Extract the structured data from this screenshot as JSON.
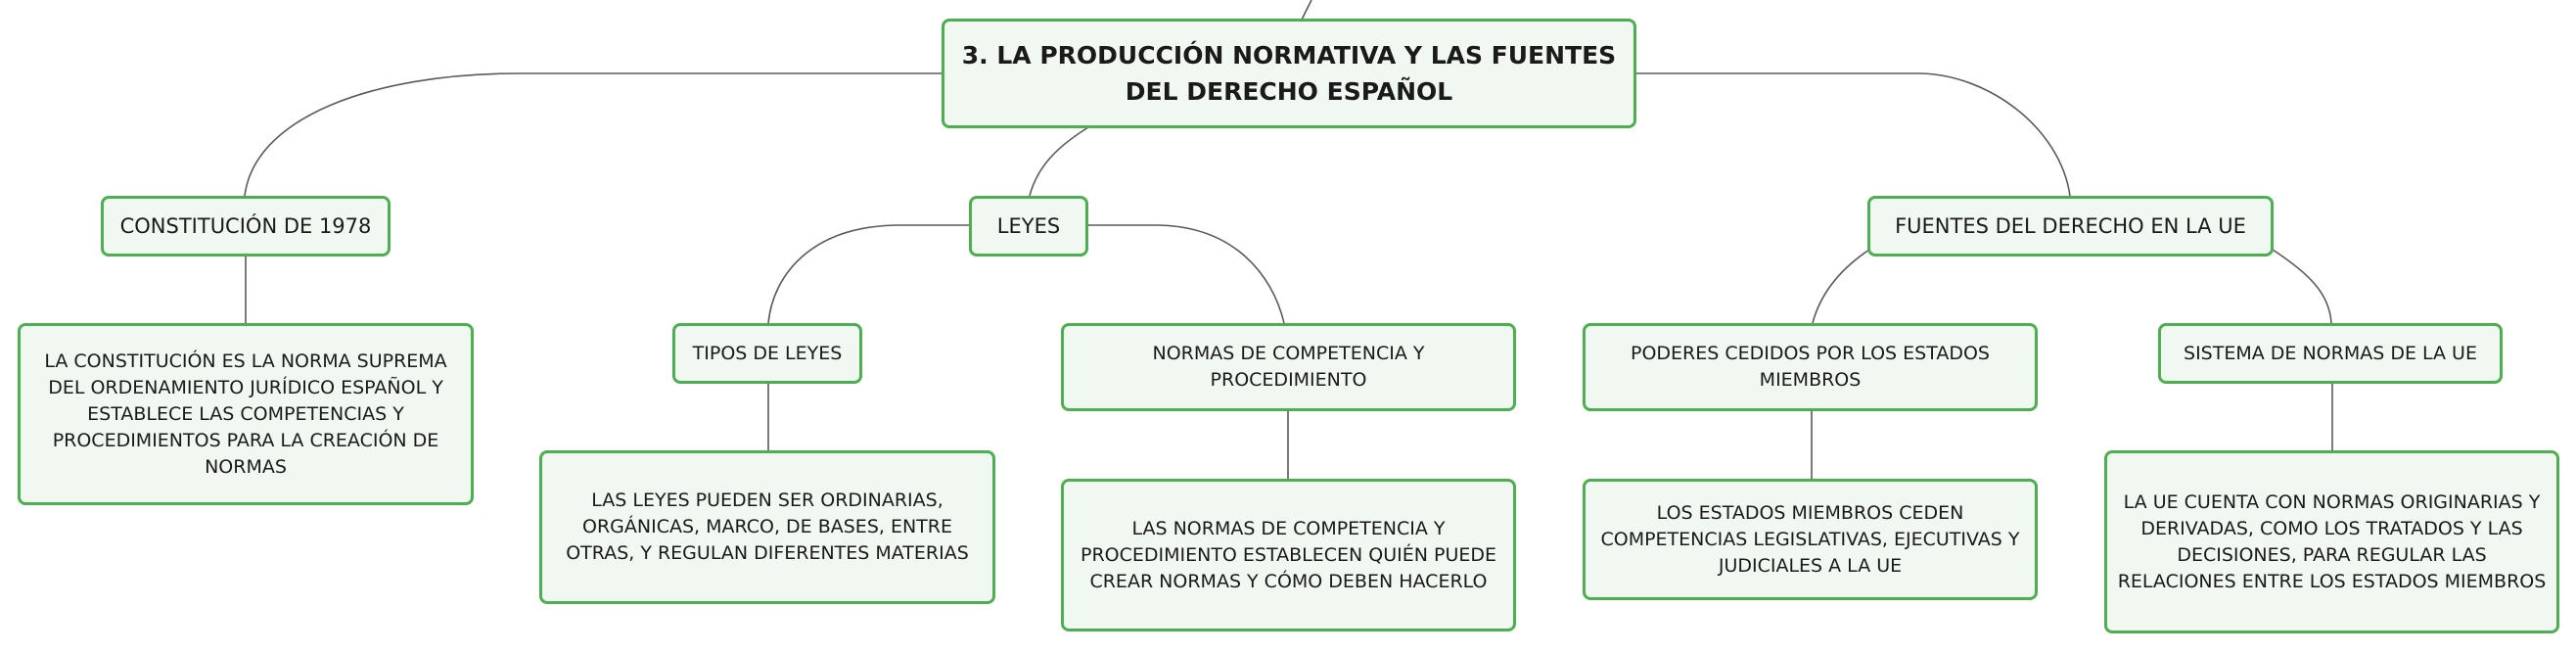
{
  "root": {
    "label": "3. LA PRODUCCIÓN NORMATIVA Y LAS FUENTES DEL DERECHO ESPAÑOL"
  },
  "constitucion": {
    "label": "CONSTITUCIÓN DE 1978",
    "detail": "LA CONSTITUCIÓN ES LA NORMA SUPREMA DEL ORDENAMIENTO JURÍDICO ESPAÑOL Y ESTABLECE LAS COMPETENCIAS Y PROCEDIMIENTOS PARA LA CREACIÓN DE NORMAS"
  },
  "leyes": {
    "label": "LEYES",
    "tipos": {
      "label": "TIPOS DE LEYES",
      "detail": "LAS LEYES PUEDEN SER ORDINARIAS, ORGÁNICAS, MARCO, DE BASES, ENTRE OTRAS, Y REGULAN DIFERENTES MATERIAS"
    },
    "normas": {
      "label": "NORMAS DE COMPETENCIA Y PROCEDIMIENTO",
      "detail": "LAS NORMAS DE COMPETENCIA Y PROCEDIMIENTO ESTABLECEN QUIÉN PUEDE CREAR NORMAS Y CÓMO DEBEN HACERLO"
    }
  },
  "ue": {
    "label": "FUENTES DEL DERECHO EN LA UE",
    "poderes": {
      "label": "PODERES CEDIDOS POR LOS ESTADOS MIEMBROS",
      "detail": "LOS ESTADOS MIEMBROS CEDEN COMPETENCIAS LEGISLATIVAS, EJECUTIVAS Y JUDICIALES A LA UE"
    },
    "sistema": {
      "label": "SISTEMA DE NORMAS DE LA UE",
      "detail": "LA UE CUENTA CON NORMAS ORIGINARIAS Y DERIVADAS, COMO LOS TRATADOS Y LAS DECISIONES, PARA REGULAR LAS RELACIONES ENTRE LOS ESTADOS MIEMBROS"
    }
  },
  "colors": {
    "border": "#4caf50",
    "fill": "#f1f8f1",
    "connector": "#5a5a5a"
  }
}
